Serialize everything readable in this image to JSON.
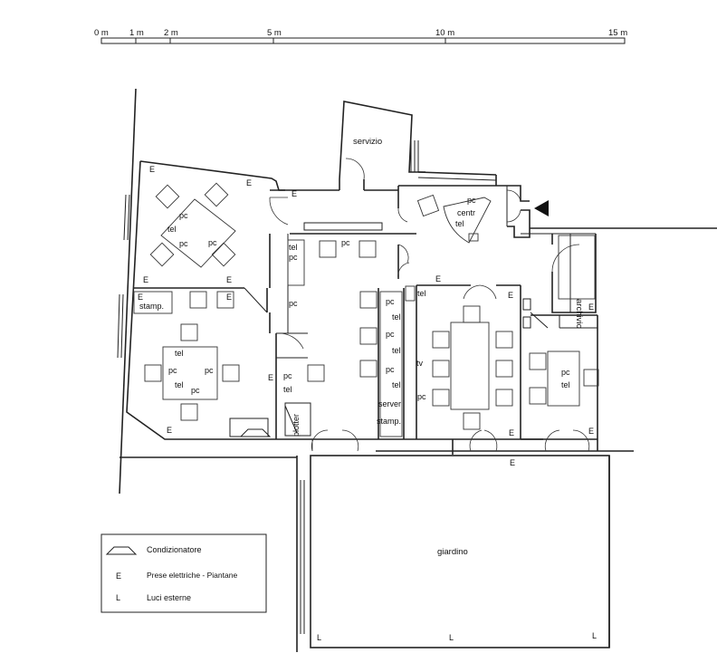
{
  "scale": {
    "ticks": [
      "0 m",
      "1 m",
      "2 m",
      "5 m",
      "10 m",
      "15 m"
    ]
  },
  "rooms": {
    "servizio": "servizio",
    "archivio": "archivio",
    "giardino": "giardino"
  },
  "labels": {
    "pc": "pc",
    "tel": "tel",
    "E": "E",
    "L": "L",
    "centr": "centr",
    "stamp": "stamp.",
    "plotter": "plotter",
    "server": "server",
    "tv": "tv"
  },
  "legend": {
    "items": [
      {
        "symbol": "condizionatore",
        "label": "Condizionatore"
      },
      {
        "symbol": "E",
        "label": "Prese elettriche - Piantane"
      },
      {
        "symbol": "L",
        "label": "Luci esterne"
      }
    ]
  },
  "colors": {
    "ink": "#222222",
    "paper": "#ffffff",
    "entry-arrow": "#111111"
  }
}
